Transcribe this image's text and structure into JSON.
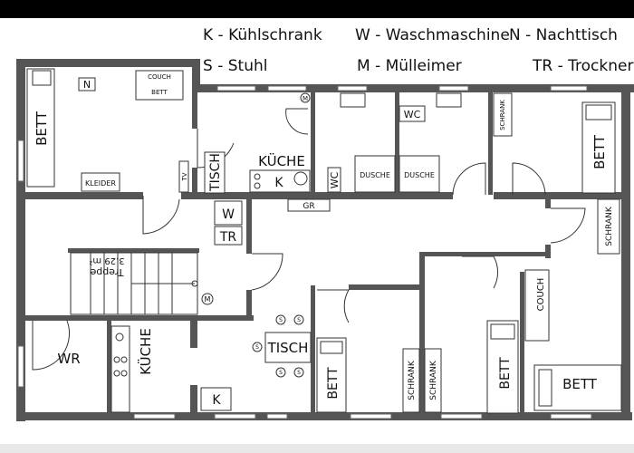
{
  "legend": [
    {
      "text": "K - Kühlschrank"
    },
    {
      "text": "W - Waschmaschine"
    },
    {
      "text": "N - Nachttisch"
    },
    {
      "text": "S - Stuhl"
    },
    {
      "text": "M - Mülleimer"
    },
    {
      "text": "TR - Trockner"
    }
  ],
  "labels": {
    "bett": "BETT",
    "n": "N",
    "couch": "COUCH",
    "kleider": "KLEIDER",
    "tv": "TV",
    "tisch": "TISCH",
    "kueche": "KÜCHE",
    "k": "K",
    "m": "M",
    "wc": "WC",
    "dusche": "DUSCHE",
    "schrank": "SCHRANK",
    "w": "W",
    "tr": "TR",
    "gr": "GR",
    "treppe": "Treppe",
    "treppe_area": "3,29 m²",
    "wr": "WR",
    "s": "S"
  },
  "colors": {
    "wall": "#555555",
    "background": "#ffffff"
  }
}
